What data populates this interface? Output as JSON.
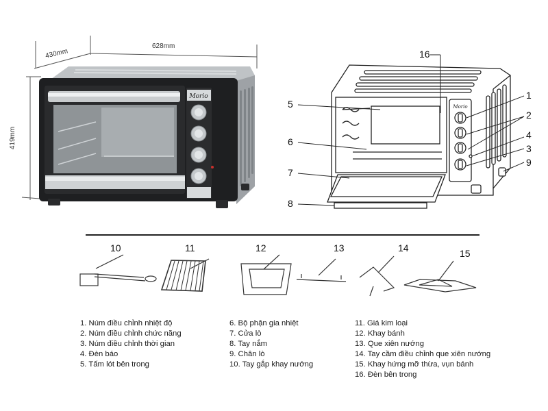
{
  "dimensions": {
    "depth": "430mm",
    "width": "628mm",
    "height": "419mm"
  },
  "brand": "Morio",
  "callouts_main": [
    "1",
    "2",
    "3",
    "4",
    "5",
    "6",
    "7",
    "8",
    "9",
    "16"
  ],
  "accessories": [
    {
      "num": "10"
    },
    {
      "num": "11"
    },
    {
      "num": "12"
    },
    {
      "num": "13"
    },
    {
      "num": "14"
    },
    {
      "num": "15"
    }
  ],
  "legend": {
    "col1": [
      "1. Núm điều chỉnh nhiệt độ",
      "2. Núm điều chỉnh chức năng",
      "3. Núm điều chỉnh thời gian",
      "4. Đèn báo",
      "5. Tấm lót bên trong"
    ],
    "col2": [
      "6. Bộ phận gia nhiệt",
      "7. Cửa lò",
      "8. Tay nắm",
      "9. Chân lò",
      "10. Tay gắp khay nướng"
    ],
    "col3": [
      "11. Giá kim loại",
      "12. Khay bánh",
      "13. Que xiên nướng",
      "14. Tay cầm điều chỉnh que xiên nướng",
      "15. Khay hứng mỡ thừa, vụn bánh",
      "16. Đèn bên trong"
    ]
  }
}
